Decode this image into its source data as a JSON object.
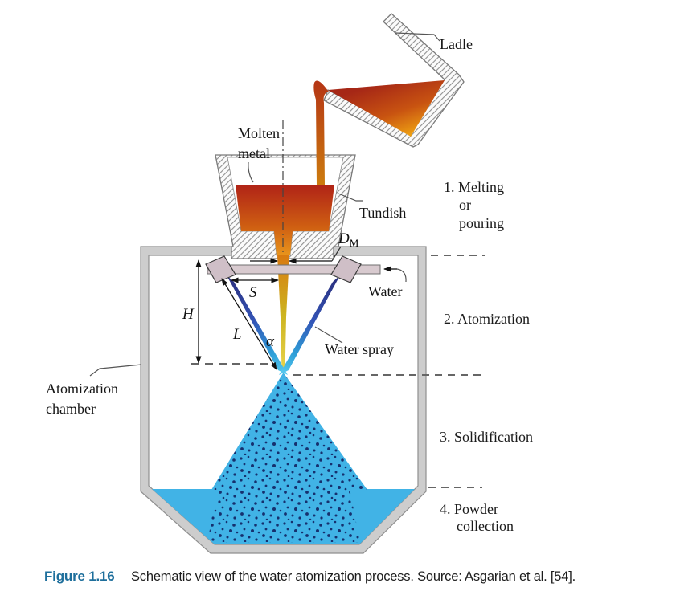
{
  "figure": {
    "caption_label": "Figure 1.16",
    "caption_text": "Schematic view of the water atomization process. Source: Asgarian et al. [54]."
  },
  "diagram": {
    "labels": {
      "ladle": "Ladle",
      "molten_metal_1": "Molten",
      "molten_metal_2": "metal",
      "tundish": "Tundish",
      "water": "Water",
      "water_spray": "Water spray",
      "chamber_1": "Atomization",
      "chamber_2": "chamber"
    },
    "dimensions": {
      "dm_main": "D",
      "dm_sub": "M",
      "h": "H",
      "s": "S",
      "l": "L",
      "alpha": "α"
    },
    "steps": {
      "s1a": "1. Melting",
      "s1b": "or",
      "s1c": "pouring",
      "s2": "2. Atomization",
      "s3": "3. Solidification",
      "s4a": "4. Powder",
      "s4b": "collection"
    },
    "colors": {
      "caption_blue": "#1e6f9c",
      "water_blue": "#41b3e6",
      "jet_navy": "#2a2f7e",
      "metal_red": "#b02317",
      "metal_orange": "#e08b12",
      "stream_gold": "#e8d44d",
      "wall_gray": "#cdcdcd"
    }
  }
}
